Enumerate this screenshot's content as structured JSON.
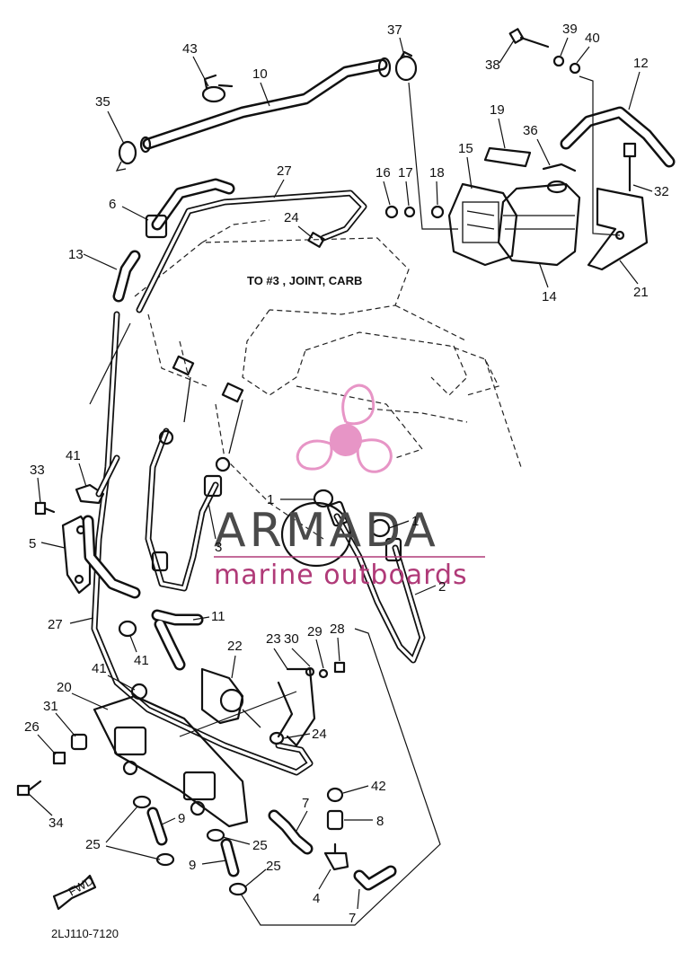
{
  "watermark": {
    "brand": "ARMADA",
    "tagline": "marine outboards",
    "accent_color": "#e58ac0",
    "tagline_color": "#b03a78",
    "brand_color": "#4a4a4a"
  },
  "note_text": "TO #3 , JOINT, CARB",
  "drawing_code": "2LJ110-7120",
  "fwd_label": "FWD",
  "callouts": [
    "1",
    "1",
    "2",
    "3",
    "4",
    "5",
    "6",
    "7",
    "7",
    "8",
    "9",
    "9",
    "10",
    "11",
    "12",
    "13",
    "14",
    "15",
    "16",
    "17",
    "18",
    "19",
    "20",
    "21",
    "22",
    "23",
    "30",
    "29",
    "28",
    "24",
    "24",
    "25",
    "25",
    "25",
    "26",
    "27",
    "27",
    "31",
    "32",
    "33",
    "34",
    "35",
    "36",
    "37",
    "38",
    "39",
    "40",
    "41",
    "41",
    "41",
    "42",
    "43"
  ]
}
